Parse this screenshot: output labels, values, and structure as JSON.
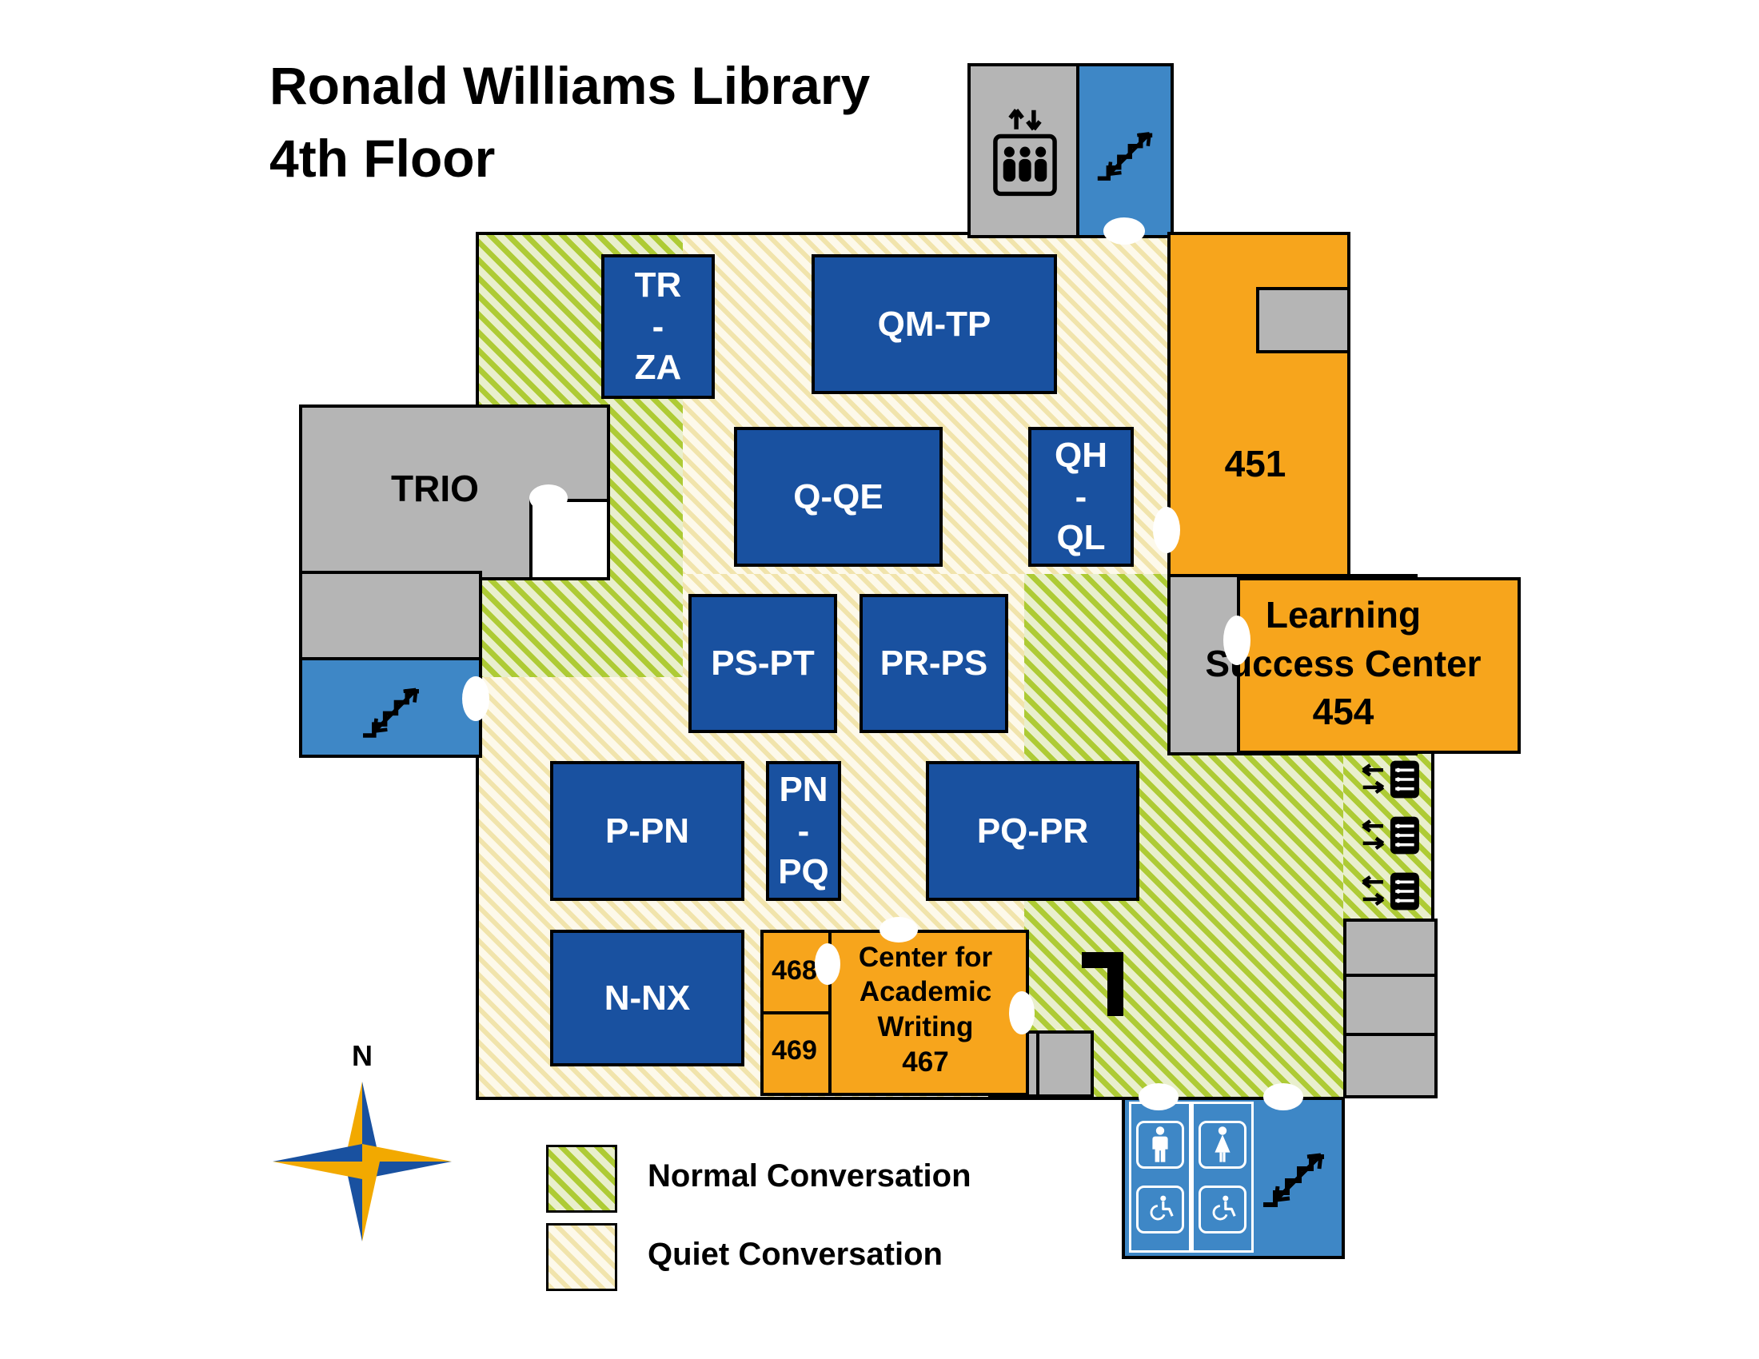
{
  "title": {
    "line1": "Ronald Williams Library",
    "line2": "4th Floor"
  },
  "compass": {
    "label": "N"
  },
  "legend": [
    {
      "key": "normal",
      "label": "Normal Conversation",
      "swatch": "green-hatch"
    },
    {
      "key": "quiet",
      "label": "Quiet Conversation",
      "swatch": "yellow-hatch"
    }
  ],
  "stacks": [
    {
      "name": "tr-za",
      "lines": [
        "TR",
        "-",
        "ZA"
      ]
    },
    {
      "name": "qm-tp",
      "lines": [
        "QM-TP"
      ]
    },
    {
      "name": "q-qe",
      "lines": [
        "Q-QE"
      ]
    },
    {
      "name": "qh-ql",
      "lines": [
        "QH",
        "-",
        "QL"
      ]
    },
    {
      "name": "ps-pt",
      "lines": [
        "PS-PT"
      ]
    },
    {
      "name": "pr-ps",
      "lines": [
        "PR-PS"
      ]
    },
    {
      "name": "p-pn",
      "lines": [
        "P-PN"
      ]
    },
    {
      "name": "pn-pq",
      "lines": [
        "PN",
        "-",
        "PQ"
      ]
    },
    {
      "name": "pq-pr",
      "lines": [
        "PQ-PR"
      ]
    },
    {
      "name": "n-nx",
      "lines": [
        "N-NX"
      ]
    }
  ],
  "rooms": {
    "trio": {
      "label": "TRIO"
    },
    "room451": {
      "label": "451"
    },
    "learning_success_center": {
      "lines": [
        "Learning",
        "Success Center",
        "454"
      ]
    },
    "center_academic_writing": {
      "lines": [
        "Center for",
        "Academic",
        "Writing",
        "467"
      ]
    },
    "room468": {
      "label": "468"
    },
    "room469": {
      "label": "469"
    }
  },
  "icons": {
    "elevator": "elevator-icon (up/down arrows over car with riders)",
    "stairs": "stairs-icon (steps with double-headed diagonal arrow)",
    "elevator_call": "elevator-call-icon (left/right arrows with button panel)",
    "restroom_male": "male-restroom-icon",
    "restroom_female": "female-restroom-icon",
    "accessible": "wheelchair-accessible-icon",
    "compass_rose": "compass-rose-icon",
    "door_opening": "door-opening-scallop"
  },
  "colors": {
    "stack-blue": "#1951a0",
    "stairs-blue": "#3e87c6",
    "room-orange": "#f7a51c",
    "room-gray": "#b5b5b5",
    "green-stripe": "#aecb35",
    "green-bg": "#e9efcd",
    "cream-stripe": "#f1e4ac",
    "cream-bg": "#fdf9ea",
    "compass-gold": "#f2a900",
    "compass-blue": "#1951a0",
    "outline": "#000000"
  }
}
